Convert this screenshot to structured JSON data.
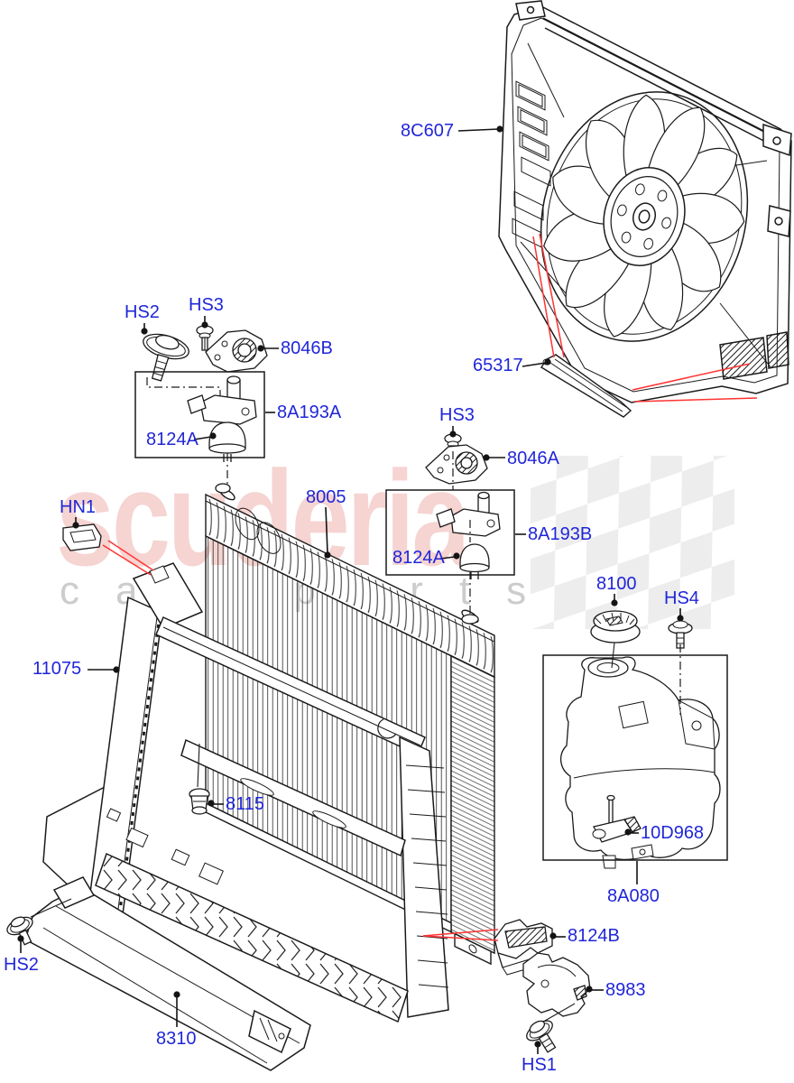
{
  "watermark": {
    "brand": "scuderia",
    "tagline": "car parts"
  },
  "labels": {
    "fan_shroud": "8C607",
    "air_strip": "65317",
    "hs2_top": "HS2",
    "hs3_top": "HS3",
    "bracket_upper_b": "8046B",
    "mount_kit_a": "8A193A",
    "grommet_upper": "8124A",
    "clip_nut": "HN1",
    "radiator": "8005",
    "hs3_mid": "HS3",
    "bracket_upper_a": "8046A",
    "mount_kit_b": "8A193B",
    "grommet_lower": "8124A",
    "cap": "8100",
    "hs4": "HS4",
    "support_frame": "11075",
    "drain_plug": "8115",
    "level_sensor": "10D968",
    "expansion_tank": "8A080",
    "insulator_lower": "8124B",
    "mount_lower": "8983",
    "hs1": "HS1",
    "hs2_bottom": "HS2",
    "deflector": "8310"
  },
  "colors": {
    "label_blue": "#2026d8",
    "line_black": "#1a1a1a",
    "callout_red": "#ff3333",
    "watermark_pink": "#e89b94",
    "watermark_gray": "#9a9a9a",
    "checker_gray": "#e4e4e4",
    "background": "#ffffff"
  }
}
